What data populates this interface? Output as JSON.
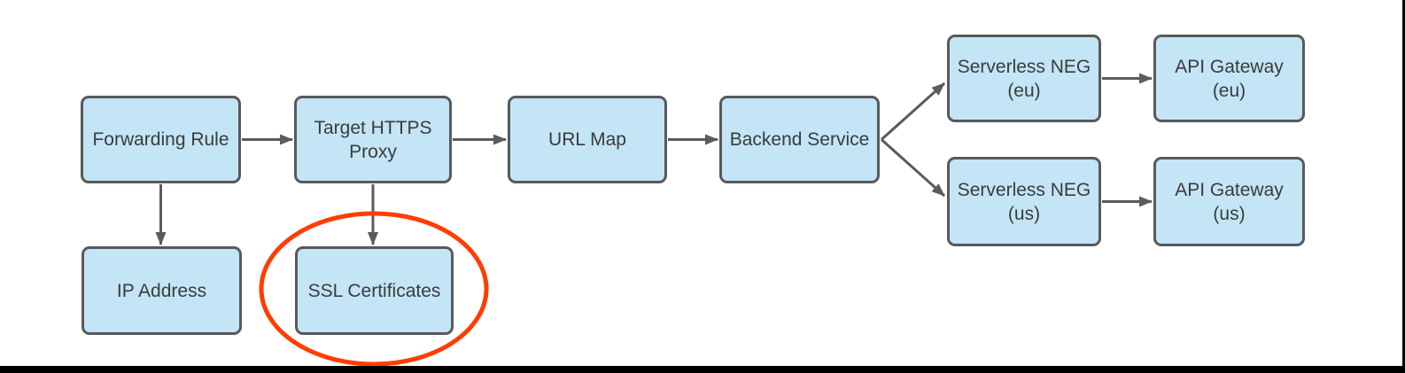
{
  "colors": {
    "node_fill": "#c3e5f6",
    "node_border": "#58595b",
    "connector": "#5b5b5b",
    "text": "#3b3b3b",
    "highlight": "#ff3d00",
    "frame": "#000000",
    "canvas_bg": "#ffffff"
  },
  "diagram": {
    "nodes": {
      "forwarding_rule": {
        "label": "Forwarding Rule"
      },
      "target_https_proxy": {
        "line1": "Target HTTPS",
        "line2": "Proxy"
      },
      "url_map": {
        "label": "URL Map"
      },
      "backend_service": {
        "label": "Backend Service"
      },
      "serverless_neg_eu": {
        "line1": "Serverless NEG",
        "line2": "(eu)"
      },
      "api_gateway_eu": {
        "line1": "API Gateway",
        "line2": "(eu)"
      },
      "serverless_neg_us": {
        "line1": "Serverless NEG",
        "line2": "(us)"
      },
      "api_gateway_us": {
        "line1": "API Gateway",
        "line2": "(us)"
      },
      "ip_address": {
        "label": "IP Address"
      },
      "ssl_certificates": {
        "label": "SSL Certificates"
      }
    },
    "edges": [
      {
        "from": "forwarding_rule",
        "to": "target_https_proxy"
      },
      {
        "from": "target_https_proxy",
        "to": "url_map"
      },
      {
        "from": "url_map",
        "to": "backend_service"
      },
      {
        "from": "backend_service",
        "to": "serverless_neg_eu"
      },
      {
        "from": "backend_service",
        "to": "serverless_neg_us"
      },
      {
        "from": "serverless_neg_eu",
        "to": "api_gateway_eu"
      },
      {
        "from": "serverless_neg_us",
        "to": "api_gateway_us"
      },
      {
        "from": "forwarding_rule",
        "to": "ip_address"
      },
      {
        "from": "target_https_proxy",
        "to": "ssl_certificates"
      }
    ],
    "annotation": {
      "shape": "ellipse",
      "around": "ssl_certificates",
      "color": "#ff3d00"
    }
  }
}
